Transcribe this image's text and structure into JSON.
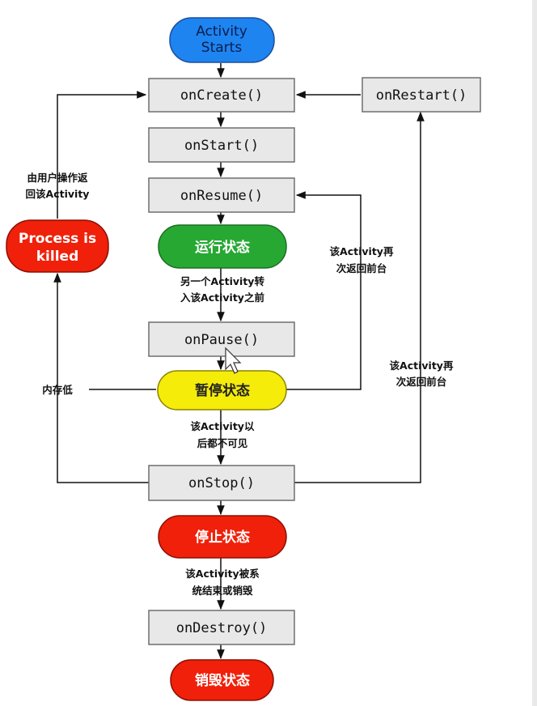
{
  "start": {
    "lines": [
      "Activity",
      "Starts"
    ]
  },
  "methods": {
    "on_create": "onCreate()",
    "on_start": "onStart()",
    "on_resume": "onResume()",
    "on_pause": "onPause()",
    "on_stop": "onStop()",
    "on_destroy": "onDestroy()",
    "on_restart": "onRestart()"
  },
  "states": {
    "running": "运行状态",
    "paused": "暂停状态",
    "stopped": "停止状态",
    "destroyed": "销毁状态",
    "process_killed": [
      "Process is",
      "killed"
    ]
  },
  "notes": {
    "user_returns": [
      "由用户操作返",
      "回该Activity"
    ],
    "another_activity": [
      "另一个Activity转",
      "入该Activity之前"
    ],
    "back_to_front_1": [
      "该Activity再",
      "次返回前台"
    ],
    "back_to_front_2": [
      "该Activity再",
      "次返回前台"
    ],
    "low_memory": "内存低",
    "invisible": [
      "该Activity以",
      "后都不可见"
    ],
    "finished": [
      "该Activity被系",
      "统结束或销毁"
    ]
  },
  "colors": {
    "start_fill": "#1e84f0",
    "start_text": "#0a1f4d",
    "running_fill": "#27a833",
    "paused_fill": "#f5ec0a",
    "red_fill": "#f0200a",
    "box_fill": "#e8e8e8"
  }
}
